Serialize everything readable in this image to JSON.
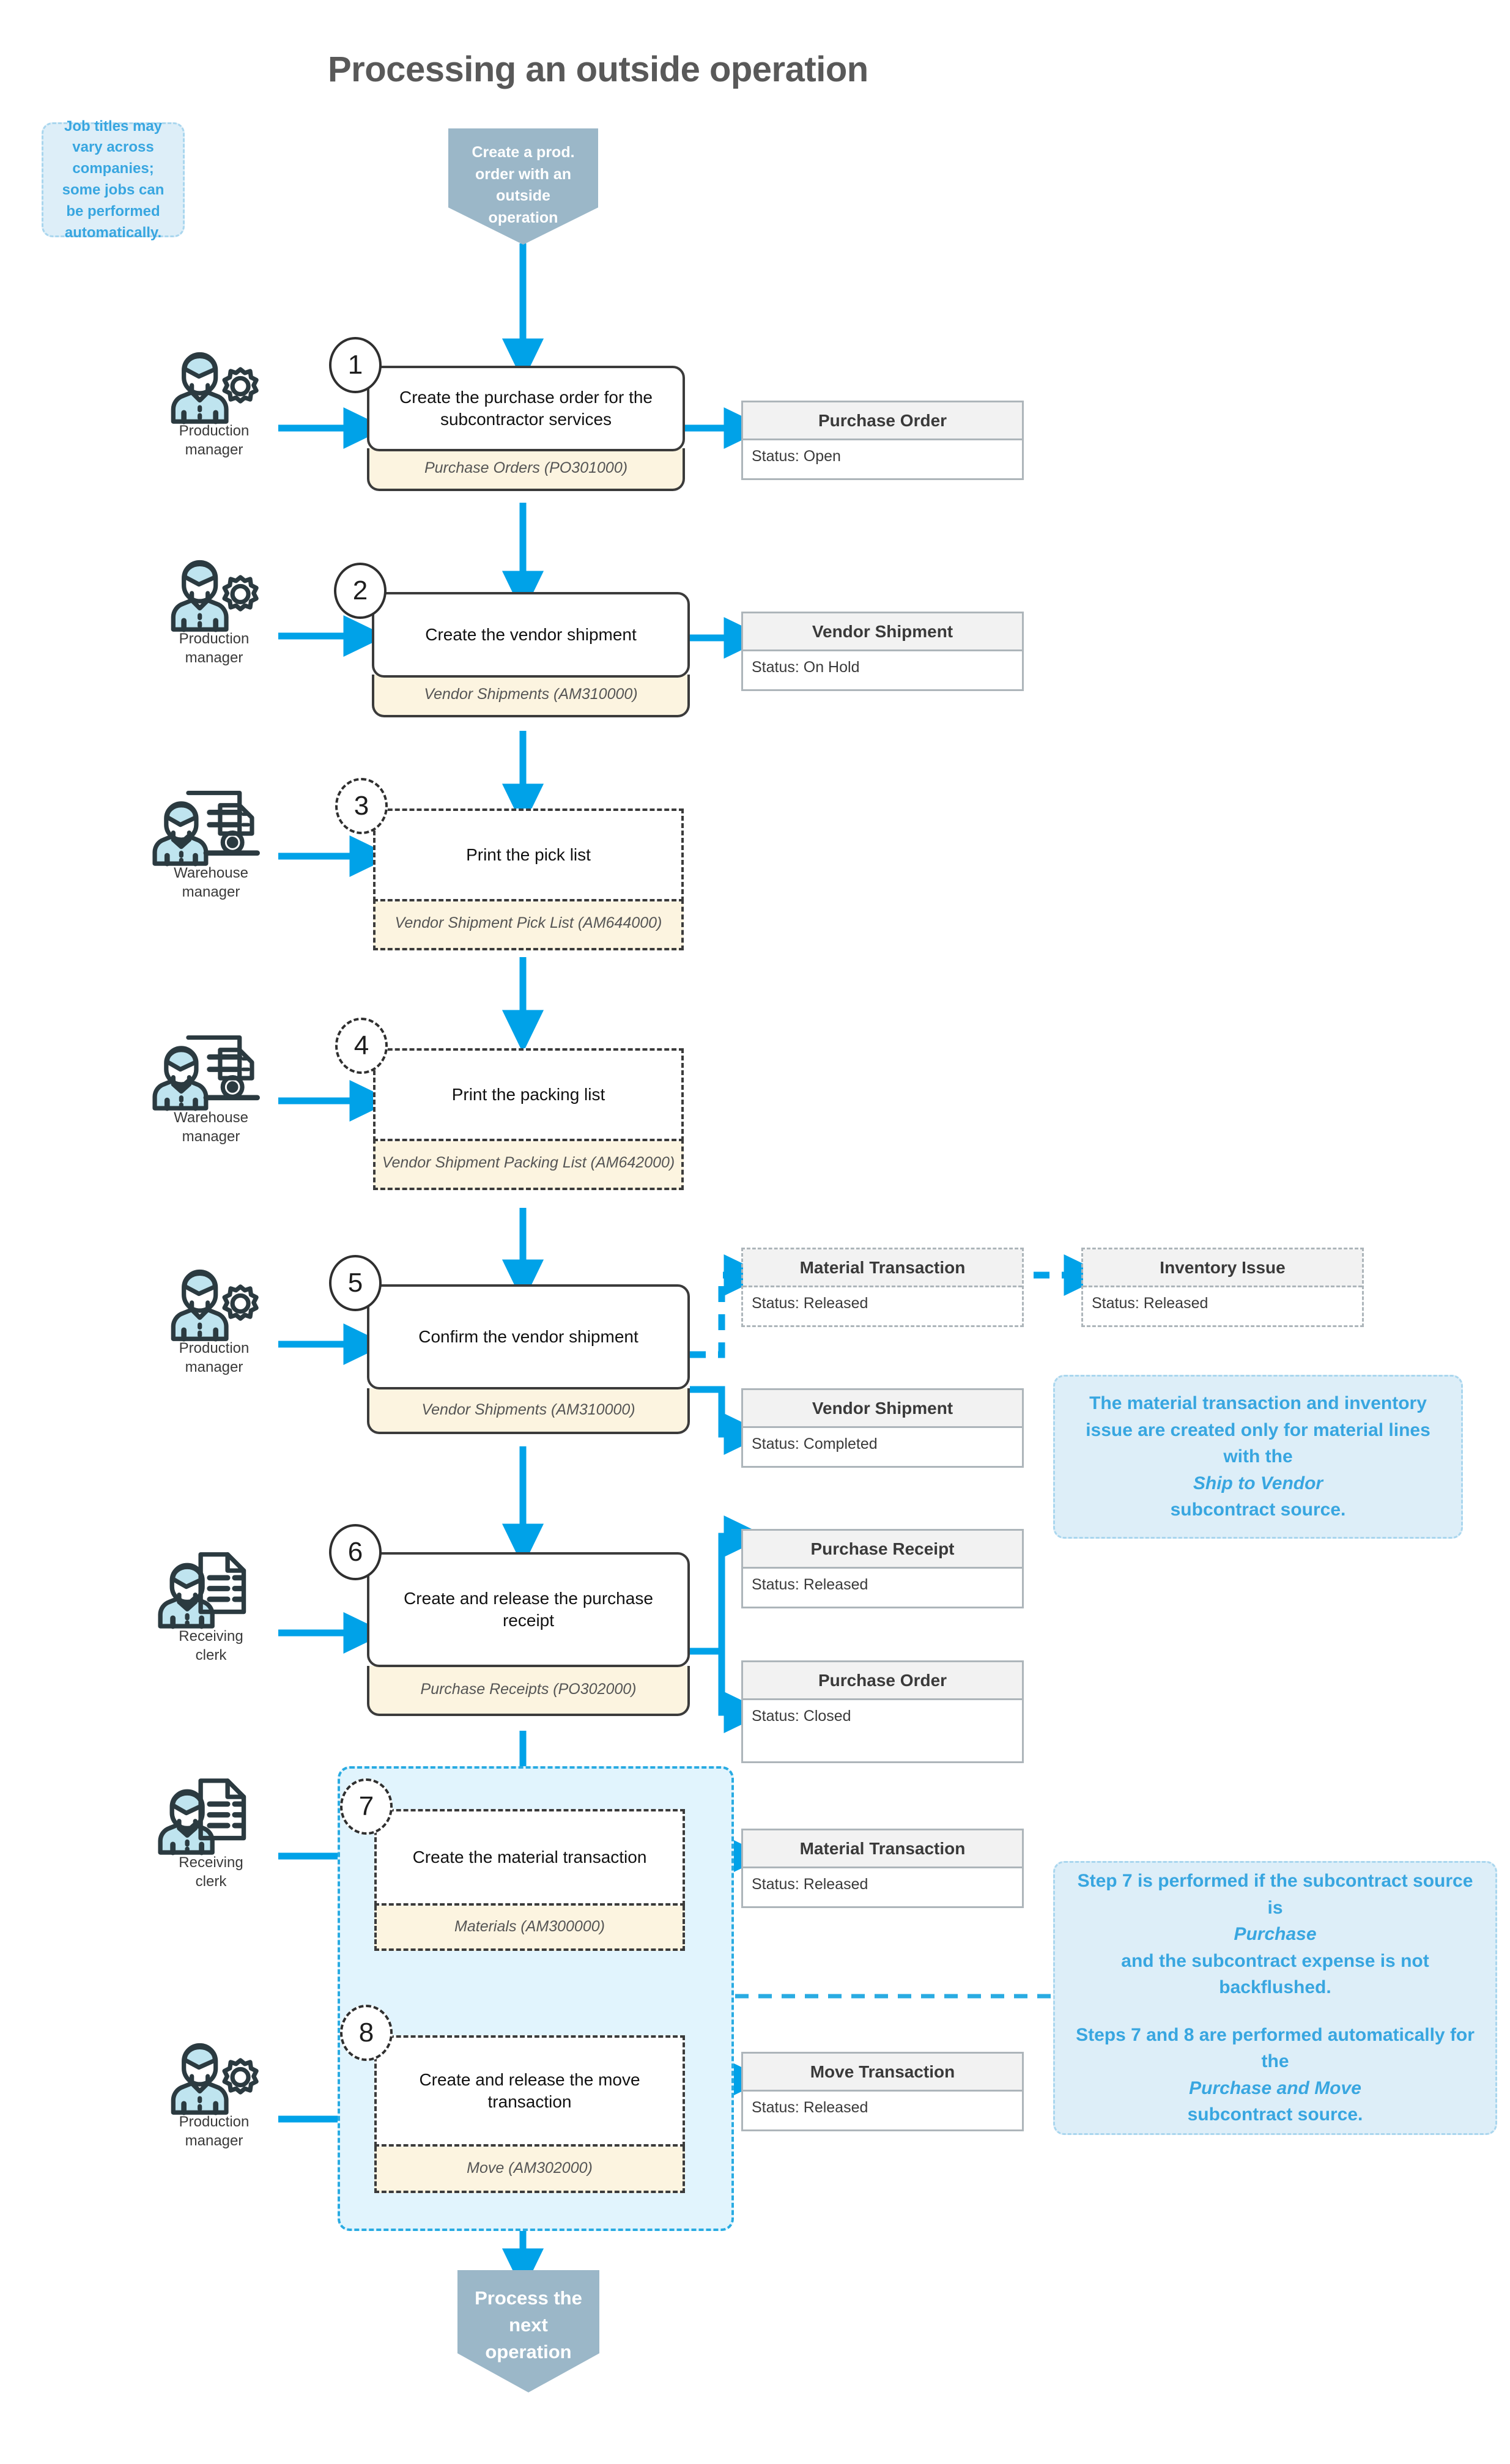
{
  "title": "Processing an outside operation",
  "colors": {
    "arrow_blue": "#00a2e8",
    "note_text": "#38a6e0",
    "note_fill": "#ddeef8",
    "terminator_fill": "#9bb7c8",
    "screen_fill": "#fcf4e0",
    "group_fill": "#e1f4fd",
    "card_header_fill": "#f2f2f2"
  },
  "notes": {
    "job_titles": "Job titles may vary across companies; some jobs can be performed automatically.",
    "ship_to_vendor": {
      "line1": "The material transaction and inventory issue are created only for material lines with the ",
      "em1": "Ship to Vendor",
      "line2": " subcontract source."
    },
    "steps78": {
      "p1a": "Step 7 is performed if the subcontract source is ",
      "p1em": "Purchase",
      "p1b": " and the subcontract expense is not backflushed.",
      "p2a": "Steps 7 and 8 are performed automatically for the ",
      "p2em": "Purchase and Move",
      "p2b": " subcontract source."
    }
  },
  "terminators": {
    "start": "Create a prod. order with an outside operation",
    "end": "Process the next operation"
  },
  "personas": {
    "production_manager": "Production\nmanager",
    "warehouse_manager": "Warehouse\nmanager",
    "receiving_clerk": "Receiving\nclerk"
  },
  "steps": [
    {
      "n": "1",
      "label": "Create the purchase order for the subcontractor services",
      "screen": "Purchase Orders (PO301000)",
      "actor": "Production manager",
      "style": "solid"
    },
    {
      "n": "2",
      "label": "Create the vendor shipment",
      "screen": "Vendor Shipments (AM310000)",
      "actor": "Production manager",
      "style": "solid"
    },
    {
      "n": "3",
      "label": "Print the pick list",
      "screen": "Vendor Shipment Pick List (AM644000)",
      "actor": "Warehouse manager",
      "style": "dashed"
    },
    {
      "n": "4",
      "label": "Print the packing list",
      "screen": "Vendor Shipment Packing List (AM642000)",
      "actor": "Warehouse manager",
      "style": "dashed"
    },
    {
      "n": "5",
      "label": "Confirm the vendor shipment",
      "screen": "Vendor Shipments (AM310000)",
      "actor": "Production manager",
      "style": "solid"
    },
    {
      "n": "6",
      "label": "Create and release the purchase receipt",
      "screen": "Purchase Receipts (PO302000)",
      "actor": "Receiving clerk",
      "style": "solid"
    },
    {
      "n": "7",
      "label": "Create the material transaction",
      "screen": "Materials (AM300000)",
      "actor": "Receiving clerk",
      "style": "dashed"
    },
    {
      "n": "8",
      "label": "Create and release the move transaction",
      "screen": "Move (AM302000)",
      "actor": "Production manager",
      "style": "dashed"
    }
  ],
  "cards": [
    {
      "id": "po-open",
      "title": "Purchase Order",
      "status": "Status: Open"
    },
    {
      "id": "vs-hold",
      "title": "Vendor Shipment",
      "status": "Status: On Hold"
    },
    {
      "id": "mt-rel-5",
      "title": "Material Transaction",
      "status": "Status: Released"
    },
    {
      "id": "ii-rel",
      "title": "Inventory Issue",
      "status": "Status: Released"
    },
    {
      "id": "vs-comp",
      "title": "Vendor Shipment",
      "status": "Status: Completed"
    },
    {
      "id": "pr-rel",
      "title": "Purchase Receipt",
      "status": "Status: Released"
    },
    {
      "id": "po-closed",
      "title": "Purchase Order",
      "status": "Status: Closed"
    },
    {
      "id": "mt-rel-7",
      "title": "Material Transaction",
      "status": "Status: Released"
    },
    {
      "id": "mv-rel",
      "title": "Move Transaction",
      "status": "Status: Released"
    }
  ]
}
